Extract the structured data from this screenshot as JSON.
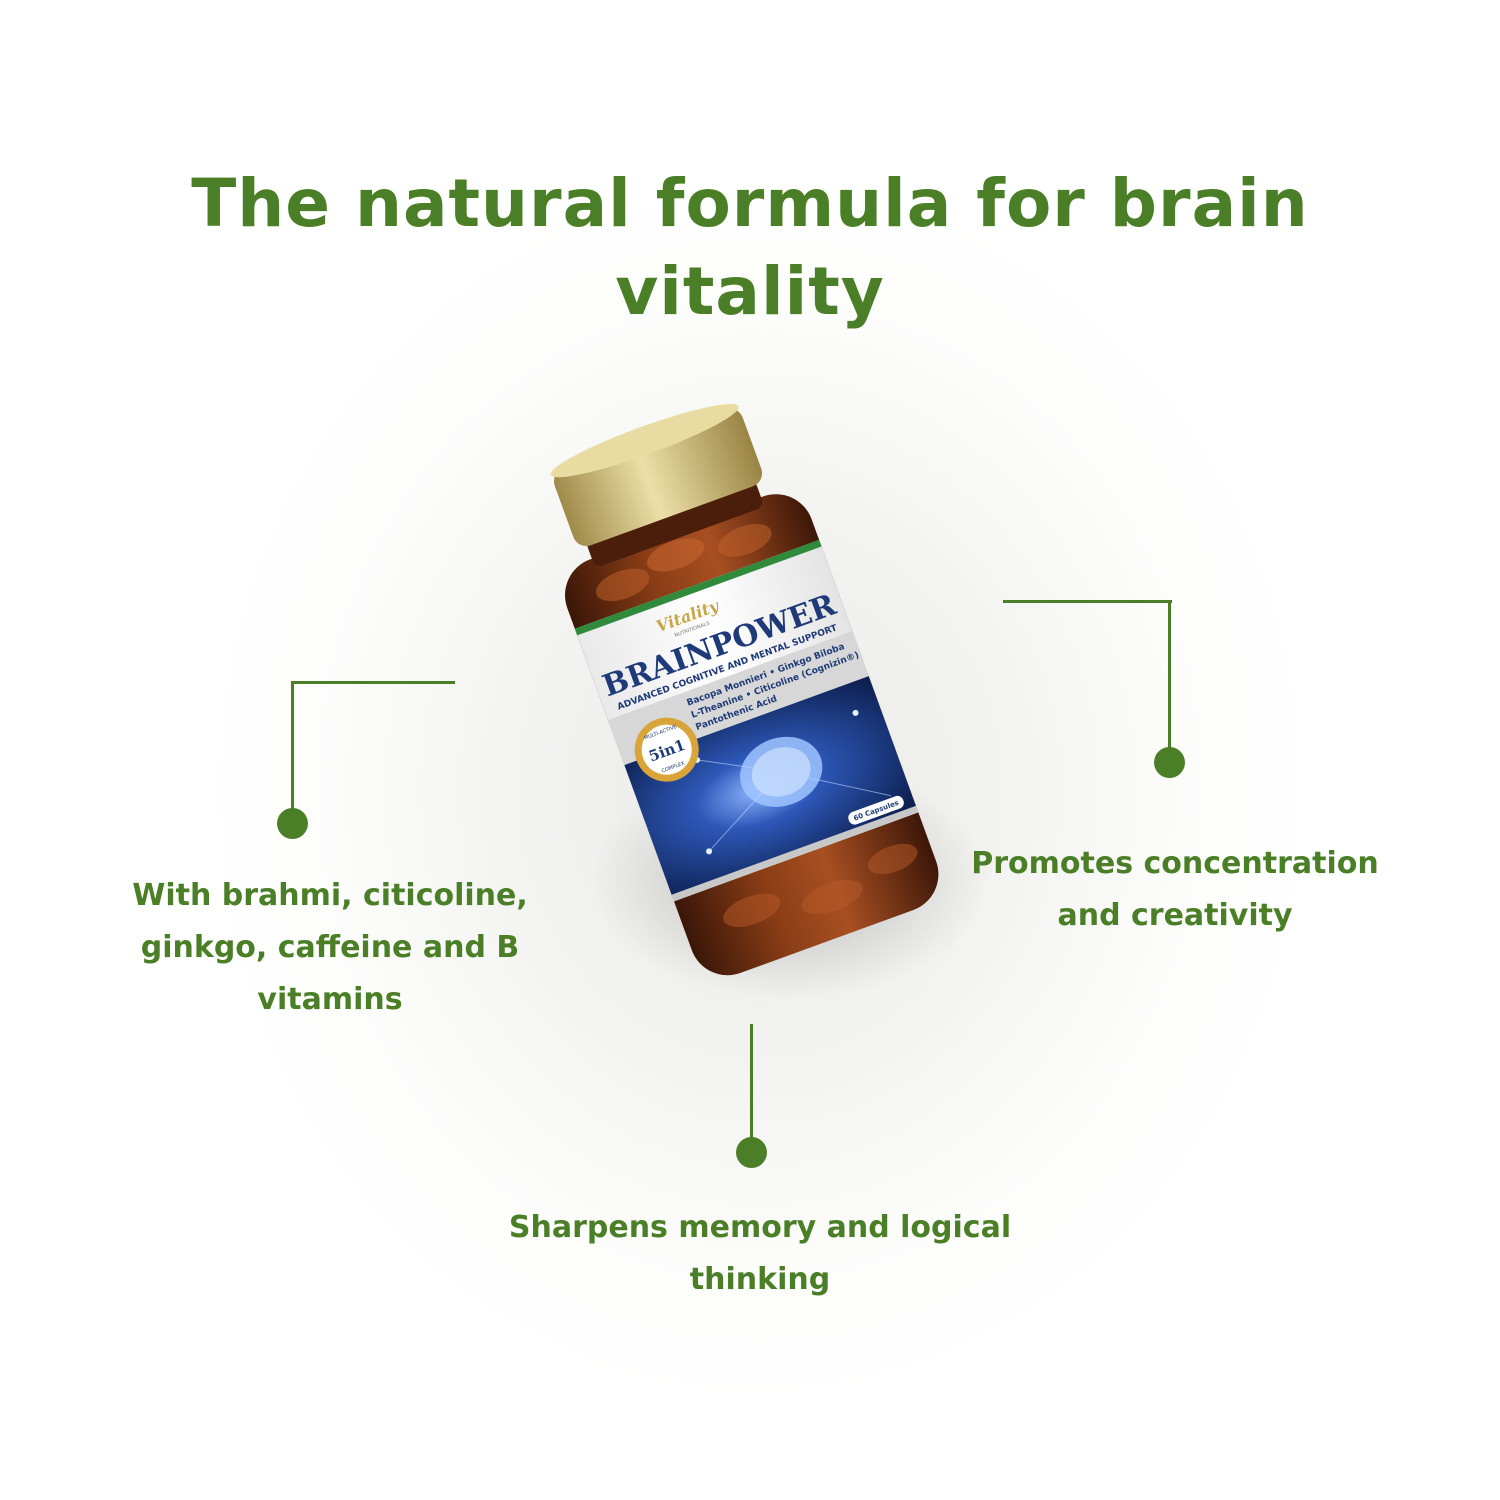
{
  "headline": "The natural formula for brain vitality",
  "features": {
    "left": "With brahmi, citicoline, ginkgo, caffeine and B vitamins",
    "right": "Promotes concentration and creativity",
    "bottom": "Sharpens memory and logical thinking"
  },
  "product": {
    "brand": "Vitality",
    "brand_sub": "NUTRITIONALS",
    "name_part1": "BRAIN",
    "name_part2": "POWER",
    "tagline": "ADVANCED COGNITIVE AND MENTAL SUPPORT",
    "ingredients": [
      "Bacopa Monnieri • Ginkgo Biloba",
      "L-Theanine • Citicoline (Cognizin®)",
      "Pantothenic Acid"
    ],
    "badge_top": "MULTI-ACTIVE",
    "badge_main": "5in1",
    "badge_bottom": "COMPLEX",
    "capsules": "60 Capsules"
  },
  "colors": {
    "accent_green": "#4b7f27",
    "label_navy": "#1f3a78",
    "cap_gold": "#c9b16a",
    "bottle_amber": "#6e2f12"
  }
}
